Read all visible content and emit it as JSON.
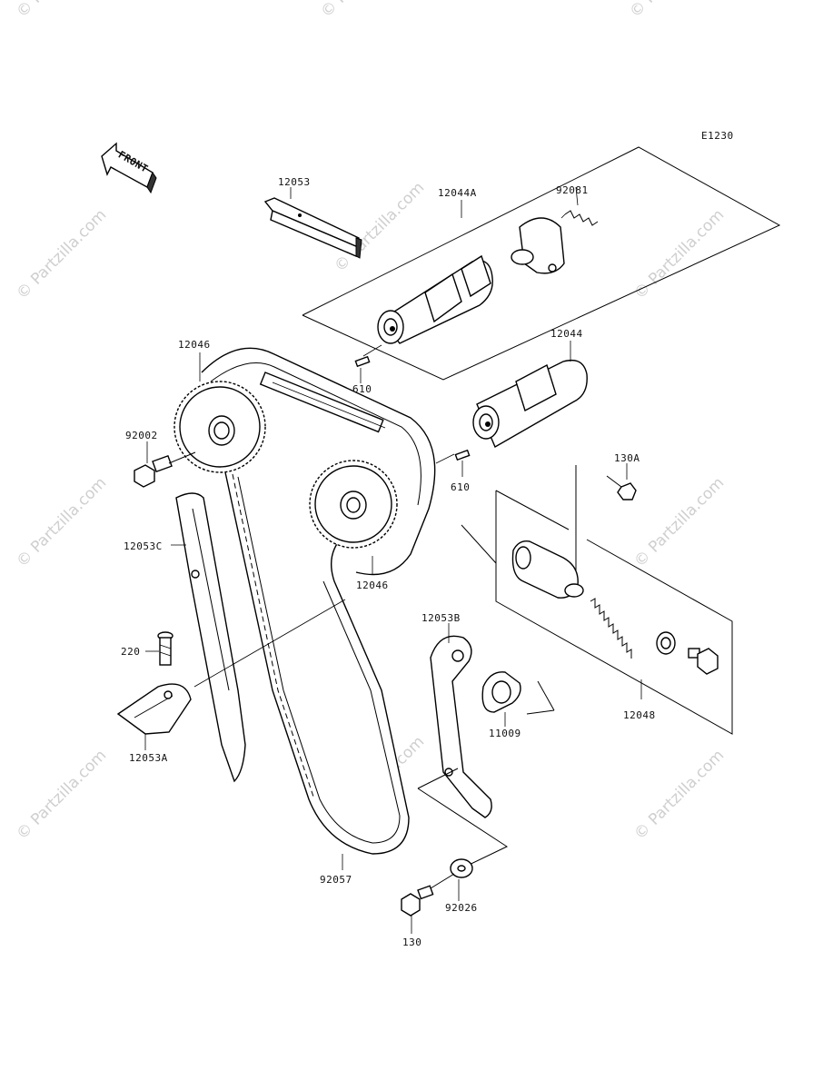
{
  "diagram_code": "E1230",
  "front_badge": "FRONT",
  "watermark": "© Partzilla.com",
  "parts": {
    "p12053": "12053",
    "p12044A": "12044A",
    "p92081": "92081",
    "p12046_top": "12046",
    "p610_top": "610",
    "p12044": "12044",
    "p92002": "92002",
    "p610_bottom": "610",
    "p130A": "130A",
    "p12053C": "12053C",
    "p12046_bottom": "12046",
    "p12053B": "12053B",
    "p220": "220",
    "p11009": "11009",
    "p12048": "12048",
    "p12053A": "12053A",
    "p92057": "92057",
    "p92026": "92026",
    "p130": "130"
  }
}
